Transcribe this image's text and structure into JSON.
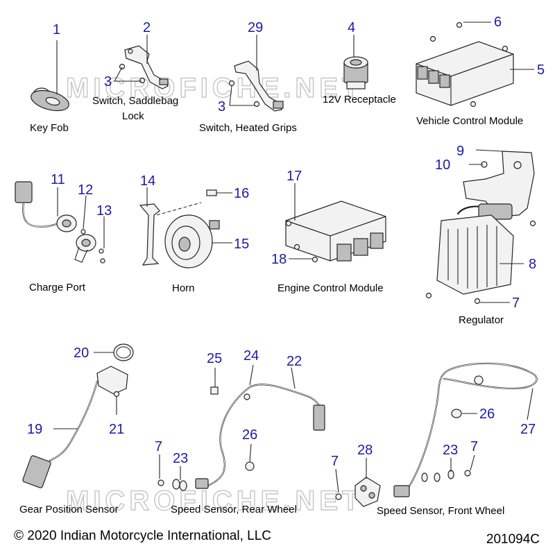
{
  "watermark": "MICROFICHE.NET",
  "footer": {
    "copyright": "© 2020 Indian Motorcycle International, LLC",
    "diagram_code": "201094C"
  },
  "callouts": [
    "1",
    "2",
    "3",
    "3",
    "29",
    "4",
    "6",
    "5",
    "9",
    "10",
    "11",
    "12",
    "13",
    "14",
    "16",
    "15",
    "17",
    "18",
    "8",
    "7",
    "20",
    "19",
    "21",
    "25",
    "24",
    "22",
    "26",
    "7",
    "23",
    "28",
    "7",
    "26",
    "23",
    "7",
    "27"
  ],
  "captions": [
    "Key Fob",
    "Switch, Saddlebag",
    "Lock",
    "Switch, Heated Grips",
    "12V Receptacle",
    "Vehicle Control Module",
    "Charge Port",
    "Horn",
    "Engine Control Module",
    "Regulator",
    "Gear Position Sensor",
    "Speed Sensor, Rear Wheel",
    "Speed Sensor, Front Wheel"
  ]
}
